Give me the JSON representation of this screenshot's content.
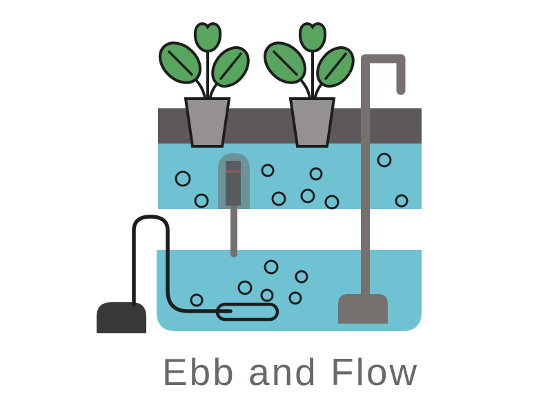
{
  "title": {
    "label": "Ebb and Flow"
  },
  "colors": {
    "background": "#ffffff",
    "water": "#6ec2d1",
    "tray-bar": "#5d595b",
    "pot": "#959193",
    "leaf": "#57a55e",
    "outline": "#1d1d1d",
    "pipe": "#76716f",
    "pump": "#383838",
    "fitting-outer": "rgba(105,100,100,0.50)",
    "fitting-inner": "rgba(85,79,79,0.80)",
    "fitting-line": "rgba(190,90,90,0.55)",
    "title-text": "#6b6967"
  },
  "components": {
    "plant": "potted-plant-icon",
    "grow_tray": "grow-tray-icon",
    "overflow_pipe": "overflow-pipe-icon",
    "fill_fitting": "fill-drain-fitting-icon",
    "reservoir": "reservoir-icon",
    "air_pump": "air-pump-icon",
    "air_tube": "air-tube-icon",
    "air_stone": "air-stone-icon",
    "bubble": "air-bubble-icon"
  },
  "bubbles": {
    "stroke_width": 3,
    "upper": [
      [
        265,
        259,
        10
      ],
      [
        292,
        291,
        9
      ],
      [
        388,
        247,
        8
      ],
      [
        404,
        288,
        9
      ],
      [
        446,
        284,
        9
      ],
      [
        458,
        252,
        8
      ],
      [
        481,
        293,
        9
      ],
      [
        557,
        232,
        9
      ],
      [
        582,
        291,
        8
      ]
    ],
    "lower": [
      [
        285,
        435,
        8
      ],
      [
        355,
        417,
        9
      ],
      [
        393,
        387,
        9
      ],
      [
        387,
        428,
        8
      ],
      [
        428,
        432,
        8
      ],
      [
        437,
        401,
        8
      ]
    ]
  }
}
